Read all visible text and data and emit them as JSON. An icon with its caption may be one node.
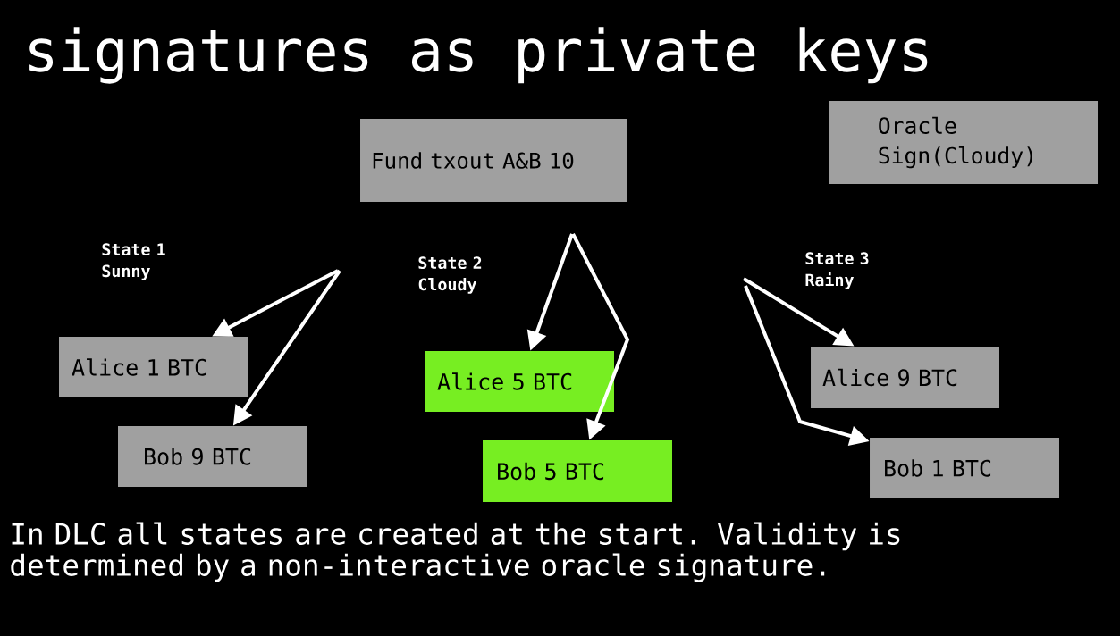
{
  "diagram": {
    "title": "signatures as private keys",
    "caption": "In DLC all states are created at the start. Validity is determined by a non-interactive oracle signature.",
    "nodes": [
      {
        "text": [
          "Fund txout A&B 10"
        ]
      },
      {
        "text": [
          "Oracle Sign(Cloudy)"
        ]
      },
      {
        "text": [
          "Alice 1 BTC"
        ]
      },
      {
        "text": [
          "Bob 9 BTC"
        ]
      },
      {
        "text": [
          "Alice 5 BTC"
        ]
      },
      {
        "text": [
          "Bob 5 BTC"
        ]
      },
      {
        "text": [
          "Alice 9 BTC"
        ]
      },
      {
        "text": [
          "Bob 1 BTC"
        ]
      }
    ],
    "edges": [
      {
        "from": null,
        "to": 2,
        "arrow": "to"
      },
      {
        "from": null,
        "to": 3,
        "arrow": "to"
      },
      {
        "from": null,
        "to": 4,
        "arrow": "to"
      },
      {
        "from": null,
        "to": 5,
        "arrow": "to"
      },
      {
        "from": null,
        "to": 6,
        "arrow": "to"
      },
      {
        "from": null,
        "to": 7,
        "arrow": "to"
      }
    ],
    "labels": [
      "State 1 Sunny",
      "State 2 Cloudy",
      "State 3 Rainy"
    ]
  }
}
